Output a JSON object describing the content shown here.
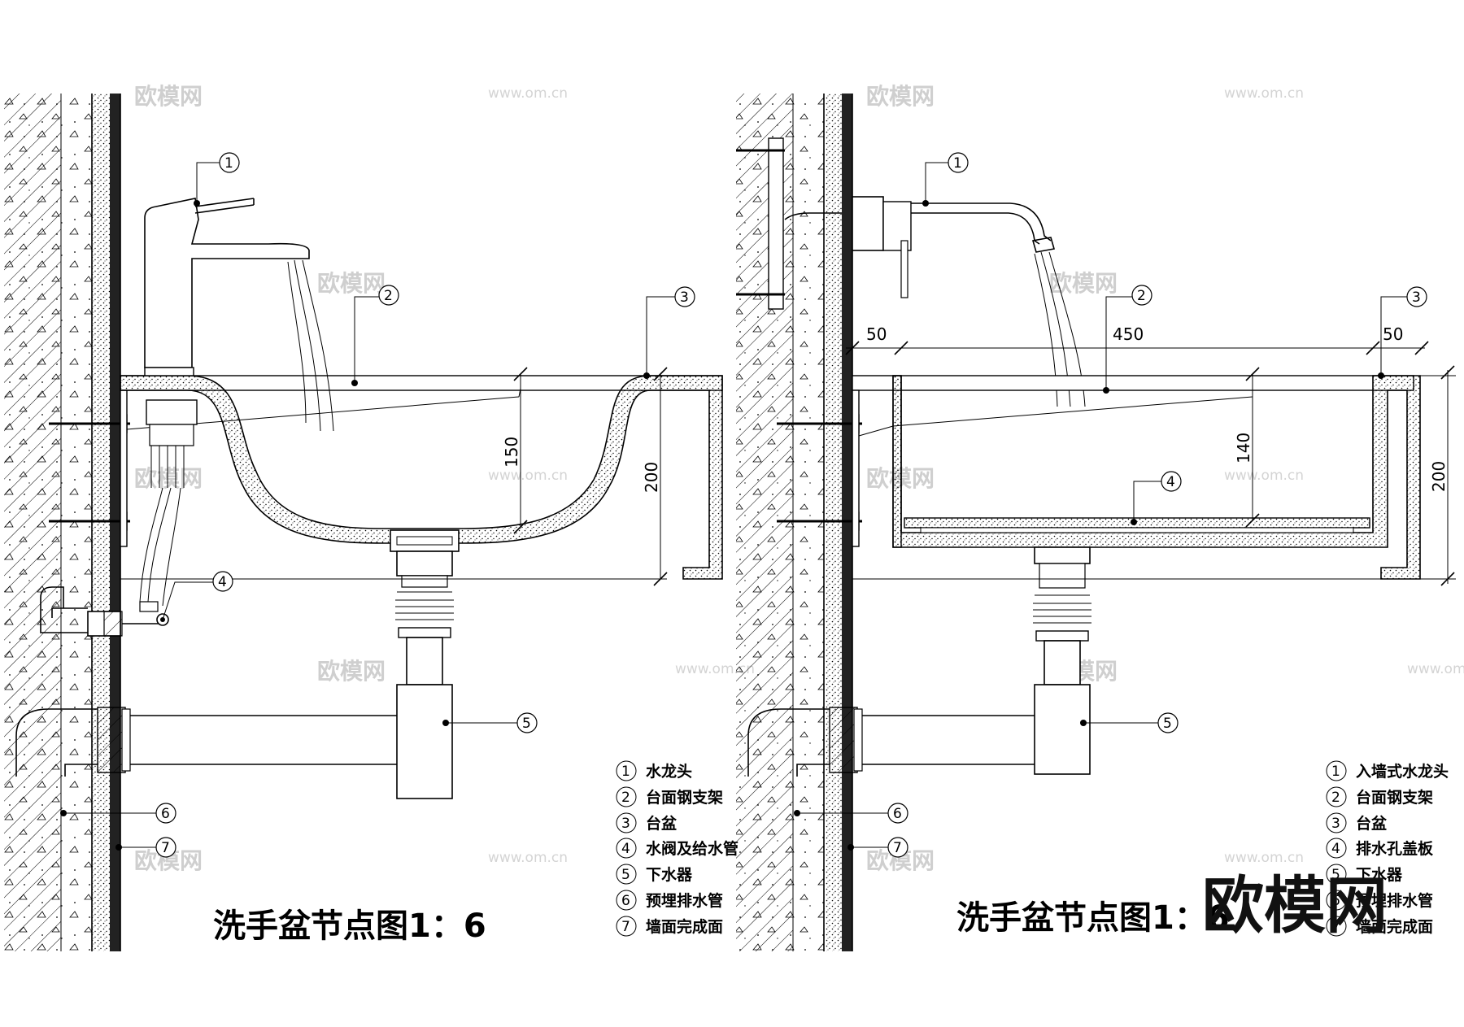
{
  "watermark": {
    "brand": "欧模网",
    "url": "www.om.cn"
  },
  "brand_logo": "欧模网",
  "left": {
    "caption": "洗手盆节点图1：6",
    "dims": {
      "basin_depth": "150",
      "total_height": "200"
    },
    "legend": [
      {
        "num": "1",
        "label": "水龙头"
      },
      {
        "num": "2",
        "label": "台面钢支架"
      },
      {
        "num": "3",
        "label": "台盆"
      },
      {
        "num": "4",
        "label": "水阀及给水管"
      },
      {
        "num": "5",
        "label": "下水器"
      },
      {
        "num": "6",
        "label": "预埋排水管"
      },
      {
        "num": "7",
        "label": "墙面完成面"
      }
    ]
  },
  "right": {
    "caption": "洗手盆节点图1：6",
    "dims": {
      "left_margin": "50",
      "width": "450",
      "right_margin": "50",
      "basin_depth": "140",
      "total_height": "200"
    },
    "legend": [
      {
        "num": "1",
        "label": "入墙式水龙头"
      },
      {
        "num": "2",
        "label": "台面钢支架"
      },
      {
        "num": "3",
        "label": "台盆"
      },
      {
        "num": "4",
        "label": "排水孔盖板"
      },
      {
        "num": "5",
        "label": "下水器"
      },
      {
        "num": "6",
        "label": "预埋排水管"
      },
      {
        "num": "7",
        "label": "墙面完成面"
      }
    ]
  }
}
